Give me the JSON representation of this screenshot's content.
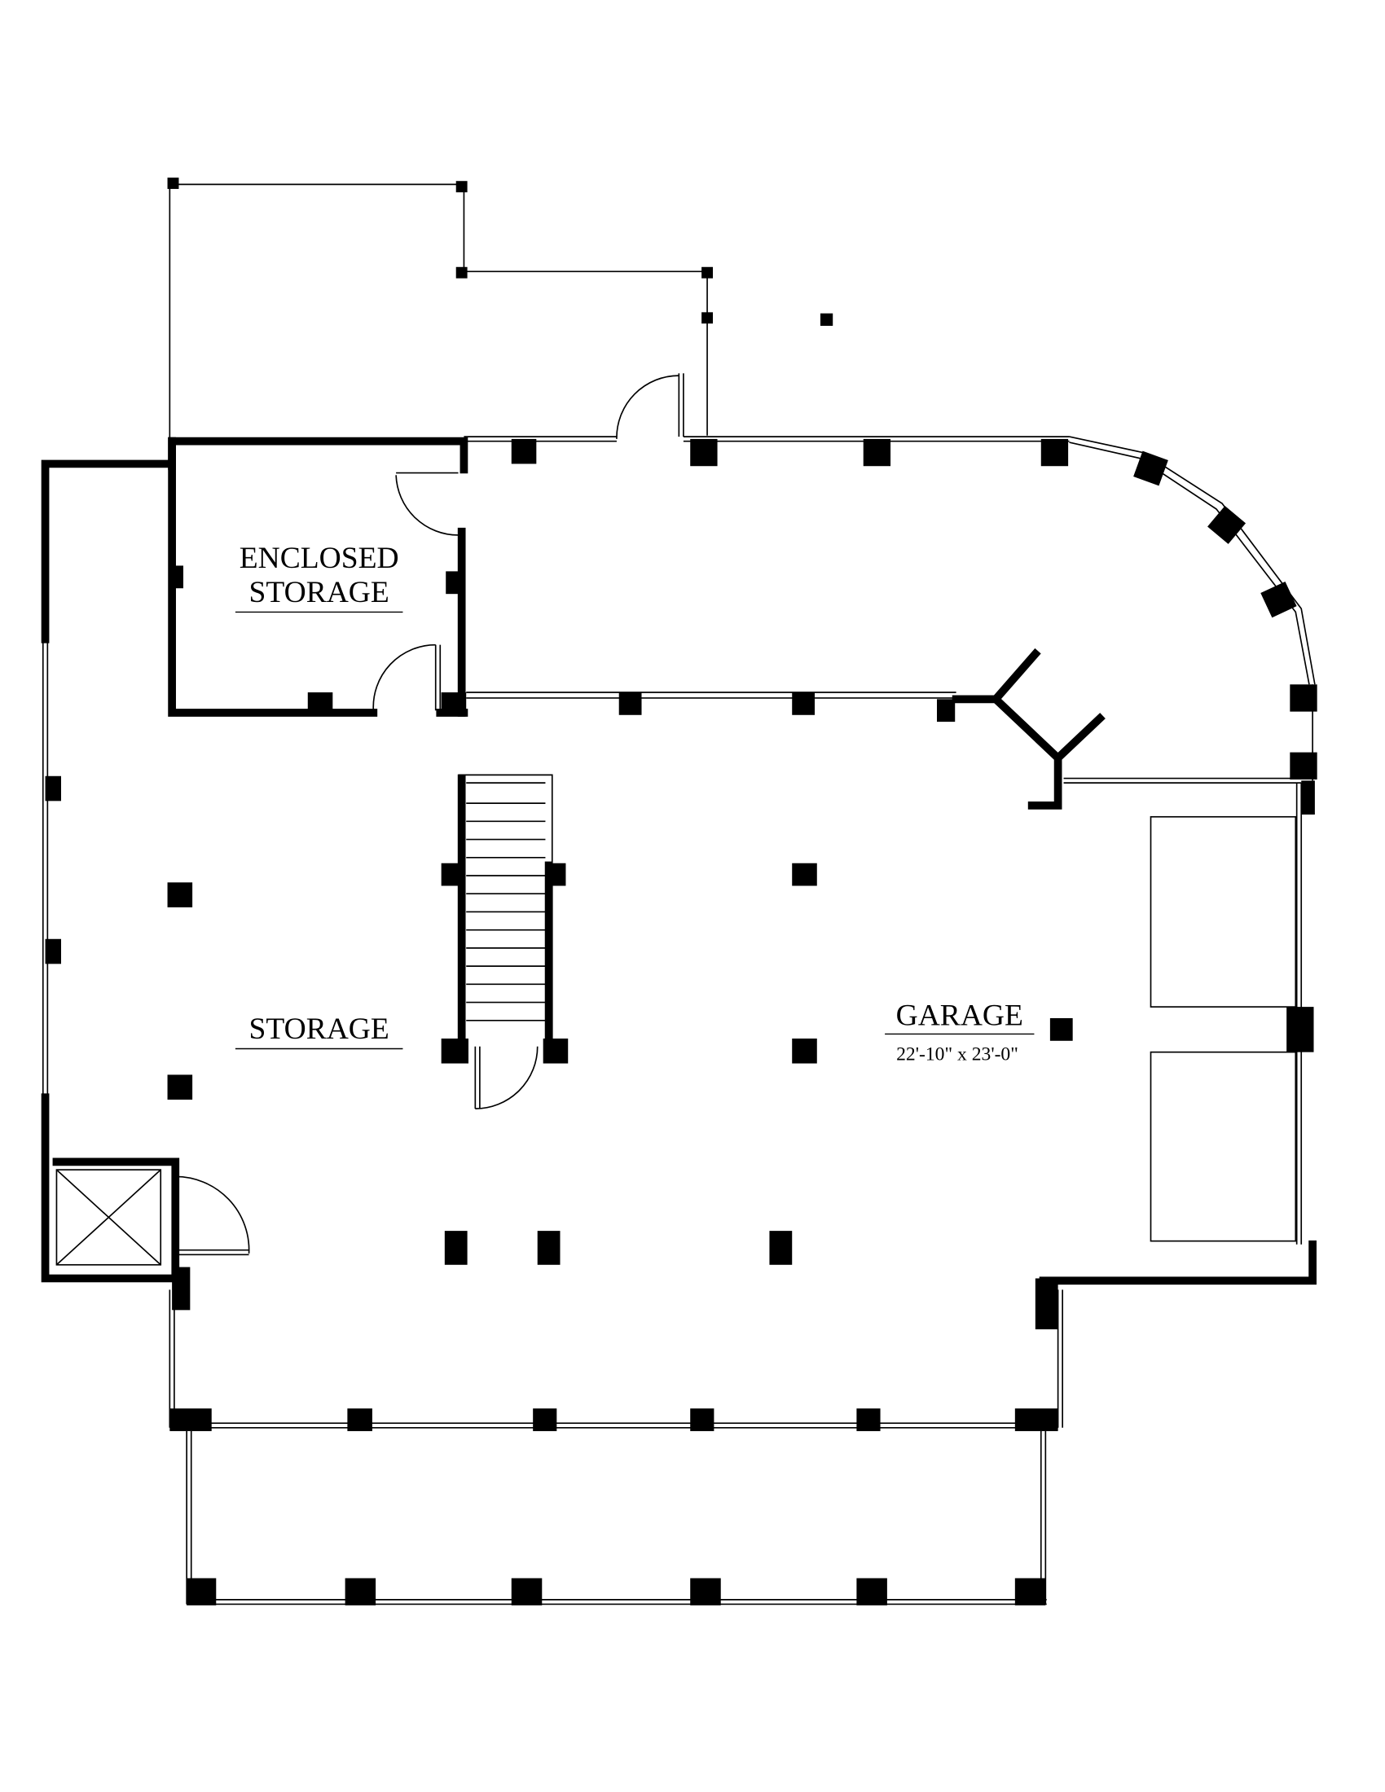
{
  "rooms": {
    "enclosed_storage": {
      "line1": "ENCLOSED",
      "line2": "STORAGE"
    },
    "storage": {
      "name": "STORAGE"
    },
    "garage": {
      "name": "GARAGE",
      "dimensions": "22'-10\" x 23'-0\""
    }
  },
  "colors": {
    "ink": "#000000",
    "paper": "#ffffff"
  }
}
